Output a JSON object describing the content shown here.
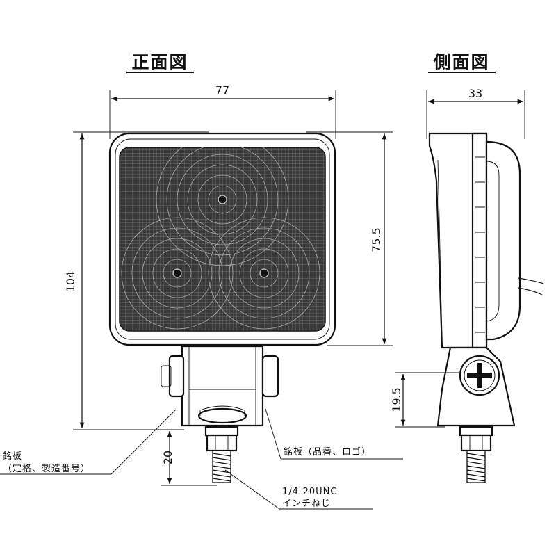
{
  "front_view": {
    "title": "正面図",
    "width_dim": "77",
    "height_dim": "104",
    "lens_height_dim": "75.5",
    "bolt_length_dim": "20",
    "label_nameplate_left_line1": "銘板",
    "label_nameplate_left_line2": "（定格、製造番号）",
    "label_nameplate_right": "銘板（品番、ロゴ）",
    "label_thread_line1": "1/4-20UNC",
    "label_thread_line2": "インチねじ"
  },
  "side_view": {
    "title": "側面図",
    "depth_dim": "33",
    "pivot_height_dim": "19.5"
  }
}
